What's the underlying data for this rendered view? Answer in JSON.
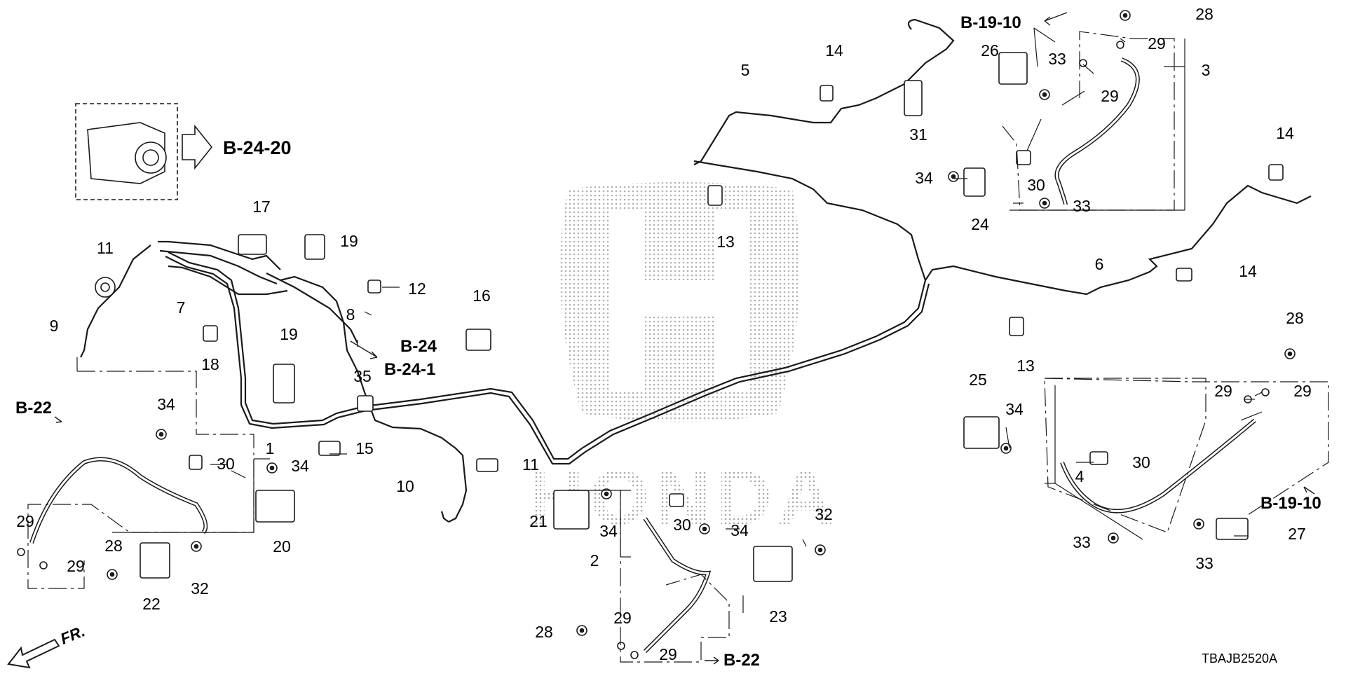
{
  "diagram": {
    "code": "TBAJB2520A",
    "watermark_text": "HONDA",
    "front_label": "FR.",
    "part_numbers": [
      {
        "id": "p1",
        "text": "1"
      },
      {
        "id": "p2",
        "text": "2"
      },
      {
        "id": "p3",
        "text": "3"
      },
      {
        "id": "p4",
        "text": "4"
      },
      {
        "id": "p5",
        "text": "5"
      },
      {
        "id": "p6",
        "text": "6"
      },
      {
        "id": "p7",
        "text": "7"
      },
      {
        "id": "p8",
        "text": "8"
      },
      {
        "id": "p9",
        "text": "9"
      },
      {
        "id": "p10",
        "text": "10"
      },
      {
        "id": "p11a",
        "text": "11"
      },
      {
        "id": "p11b",
        "text": "11"
      },
      {
        "id": "p12",
        "text": "12"
      },
      {
        "id": "p13a",
        "text": "13"
      },
      {
        "id": "p13b",
        "text": "13"
      },
      {
        "id": "p14a",
        "text": "14"
      },
      {
        "id": "p14b",
        "text": "14"
      },
      {
        "id": "p14c",
        "text": "14"
      },
      {
        "id": "p15",
        "text": "15"
      },
      {
        "id": "p16",
        "text": "16"
      },
      {
        "id": "p17",
        "text": "17"
      },
      {
        "id": "p18",
        "text": "18"
      },
      {
        "id": "p19a",
        "text": "19"
      },
      {
        "id": "p19b",
        "text": "19"
      },
      {
        "id": "p20",
        "text": "20"
      },
      {
        "id": "p21",
        "text": "21"
      },
      {
        "id": "p22",
        "text": "22"
      },
      {
        "id": "p23",
        "text": "23"
      },
      {
        "id": "p24",
        "text": "24"
      },
      {
        "id": "p25",
        "text": "25"
      },
      {
        "id": "p26",
        "text": "26"
      },
      {
        "id": "p27",
        "text": "27"
      },
      {
        "id": "p28a",
        "text": "28"
      },
      {
        "id": "p28b",
        "text": "28"
      },
      {
        "id": "p28c",
        "text": "28"
      },
      {
        "id": "p28d",
        "text": "28"
      },
      {
        "id": "p29a",
        "text": "29"
      },
      {
        "id": "p29b",
        "text": "29"
      },
      {
        "id": "p29c",
        "text": "29"
      },
      {
        "id": "p29d",
        "text": "29"
      },
      {
        "id": "p29e",
        "text": "29"
      },
      {
        "id": "p29f",
        "text": "29"
      },
      {
        "id": "p29g",
        "text": "29"
      },
      {
        "id": "p29h",
        "text": "29"
      },
      {
        "id": "p30a",
        "text": "30"
      },
      {
        "id": "p30b",
        "text": "30"
      },
      {
        "id": "p30c",
        "text": "30"
      },
      {
        "id": "p30d",
        "text": "30"
      },
      {
        "id": "p31",
        "text": "31"
      },
      {
        "id": "p32a",
        "text": "32"
      },
      {
        "id": "p32b",
        "text": "32"
      },
      {
        "id": "p33a",
        "text": "33"
      },
      {
        "id": "p33b",
        "text": "33"
      },
      {
        "id": "p33c",
        "text": "33"
      },
      {
        "id": "p33d",
        "text": "33"
      },
      {
        "id": "p34a",
        "text": "34"
      },
      {
        "id": "p34b",
        "text": "34"
      },
      {
        "id": "p34c",
        "text": "34"
      },
      {
        "id": "p34d",
        "text": "34"
      },
      {
        "id": "p34e",
        "text": "34"
      },
      {
        "id": "p34f",
        "text": "34"
      },
      {
        "id": "p35",
        "text": "35"
      }
    ],
    "references": [
      {
        "id": "r_b2420",
        "text": "B-24-20"
      },
      {
        "id": "r_b1910a",
        "text": "B-19-10"
      },
      {
        "id": "r_b1910b",
        "text": "B-19-10"
      },
      {
        "id": "r_b24",
        "text": "B-24"
      },
      {
        "id": "r_b241",
        "text": "B-24-1"
      },
      {
        "id": "r_b22a",
        "text": "B-22"
      },
      {
        "id": "r_b22b",
        "text": "B-22"
      }
    ],
    "colors": {
      "line": "#1a1a1a",
      "watermark": "#b5b5b5",
      "paper": "#ffffff"
    }
  }
}
